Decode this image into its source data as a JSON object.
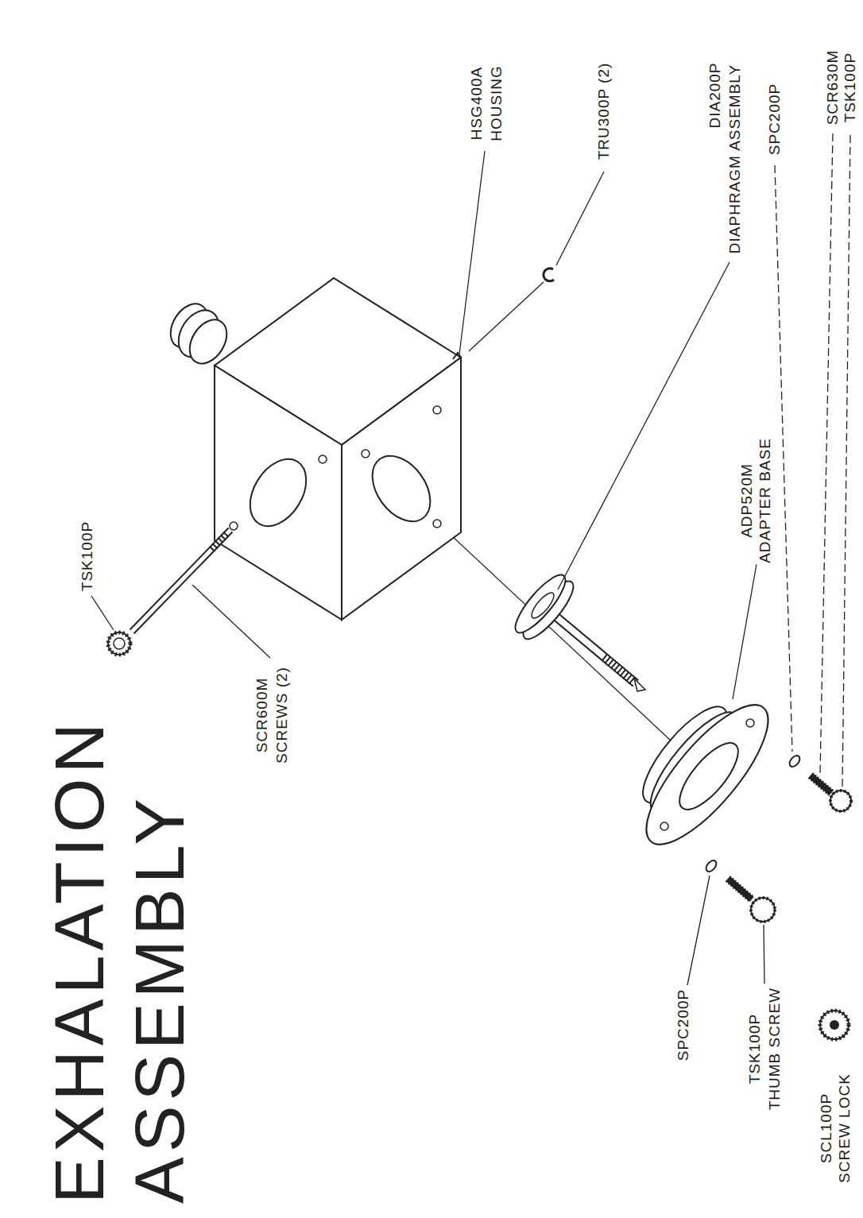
{
  "diagram": {
    "title": "EXHALATION ASSEMBLY",
    "labels": [
      "HSG400A",
      "HOUSING",
      "TRU300P (2)",
      "DIA200P",
      "DIAPHRAGM ASSEMBLY",
      "ADP520M",
      "ADAPTER BASE",
      "SPC200P",
      "SCR630M",
      "TSK100P",
      "SCR600M",
      "SCREWS (2)",
      "TSK100P",
      "SPC200P",
      "TSK100P",
      "THUMB SCREW",
      "SCL100P",
      "SCREW LOCK"
    ]
  }
}
